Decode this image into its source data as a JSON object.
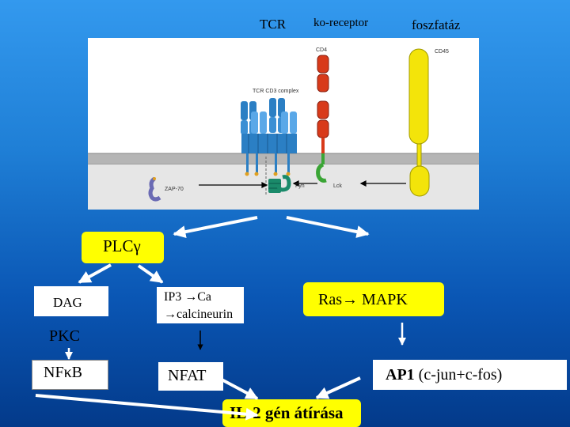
{
  "header": {
    "tcr": "TCR",
    "coreceptor": "ko-receptor",
    "phosphatase": "foszfatáz"
  },
  "panel_labels": {
    "cd4": "CD4",
    "cd45": "CD45",
    "tcr_complex": "TCR CD3 complex",
    "zap70": "ZAP-70",
    "fyn": "Fyn",
    "lck": "Lck"
  },
  "pathway": {
    "plc": "PLCγ",
    "dag": "DAG",
    "ip3": "IP3 →Ca",
    "calcineurin": "→calcineurin",
    "ras": "Ras→ MAPK",
    "pkc": "PKC",
    "nfkb": "NFκB",
    "nfat": "NFAT",
    "ap1_bold": "AP1",
    "ap1_rest": " (c-jun+c-fos)",
    "il2": "IL-2 gén átírása"
  },
  "colors": {
    "background_top": "#3399ee",
    "background_bottom": "#033a8a",
    "highlight_yellow": "#ffff00",
    "tcr_blue": "#2b7fc4",
    "cd4_red": "#d83a1a",
    "cd45_yellow": "#f3e40a",
    "membrane_gray": "#b5b5b5",
    "lck_green": "#3aa535"
  }
}
